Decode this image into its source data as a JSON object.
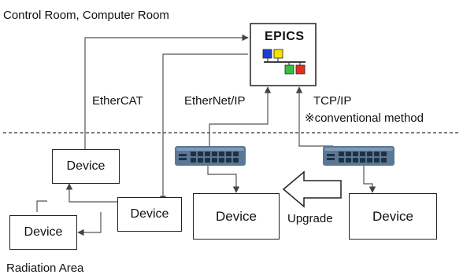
{
  "labels": {
    "control_room": "Control Room, Computer Room",
    "radiation_area": "Radiation Area",
    "ethercat": "EtherCAT",
    "ethernet_ip": "EtherNet/IP",
    "tcp_ip": "TCP/IP",
    "conventional": "※conventional method",
    "upgrade": "Upgrade"
  },
  "epics": {
    "title": "EPICS"
  },
  "devices": {
    "d1": "Device",
    "d2": "Device",
    "d3": "Device",
    "d4": "Device",
    "d5": "Device"
  },
  "colors": {
    "switch": "#5a7895",
    "port": "#1f2f45",
    "node_blue": "#1f3fd0",
    "node_yellow": "#f5e400",
    "node_green": "#2ec43c",
    "node_red": "#e1301f",
    "line": "#555555"
  }
}
